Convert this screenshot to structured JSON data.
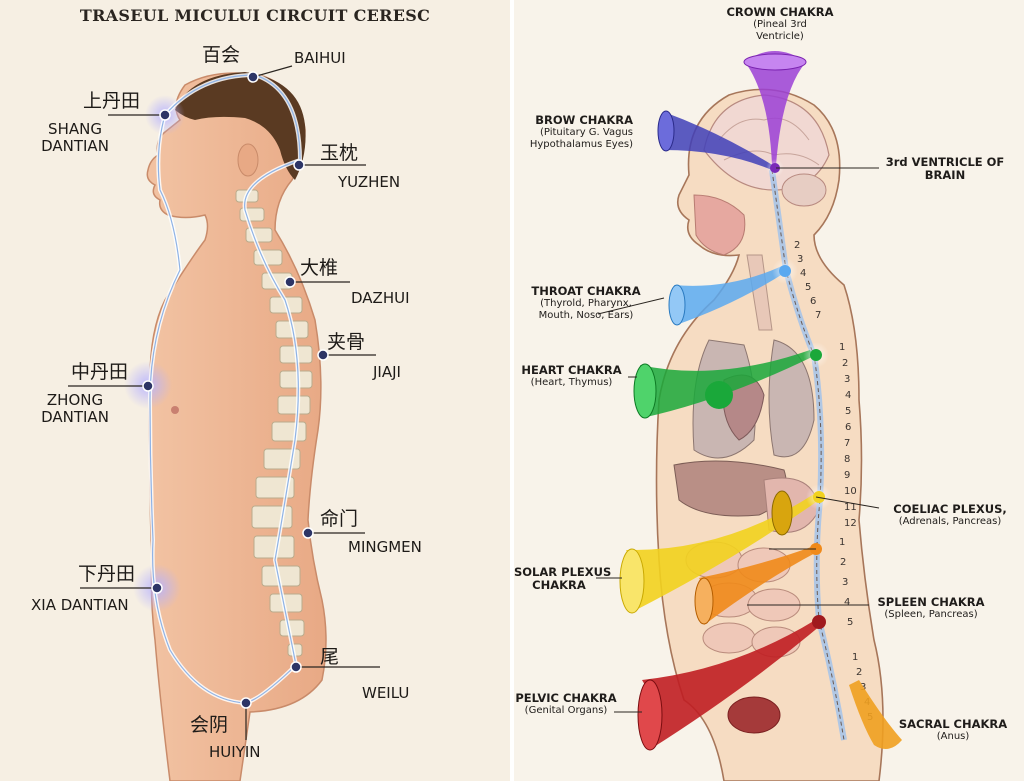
{
  "left": {
    "title": "TRASEUL MICULUI CIRCUIT CERESC",
    "points": {
      "baihui": {
        "cn": "百会",
        "en": "BAIHUI"
      },
      "shang_dantian": {
        "cn": "上丹田",
        "en1": "SHANG",
        "en2": "DANTIAN"
      },
      "yuzhen": {
        "cn": "玉枕",
        "en": "YUZHEN"
      },
      "dazhui": {
        "cn": "大椎",
        "en": "DAZHUI"
      },
      "jiaji": {
        "cn": "夹骨",
        "en": "JIAJI"
      },
      "zhong_dantian": {
        "cn": "中丹田",
        "en1": "ZHONG",
        "en2": "DANTIAN"
      },
      "mingmen": {
        "cn": "命门",
        "en": "MINGMEN"
      },
      "xia_dantian": {
        "cn": "下丹田",
        "en": "XIA DANTIAN"
      },
      "weilu": {
        "cn": "尾",
        "en": "WEILU"
      },
      "huiyin": {
        "cn": "会阴",
        "en": "HUIYIN"
      }
    }
  },
  "right": {
    "labels": {
      "crown": {
        "title": "CROWN CHAKRA",
        "sub1": "(Pineal 3rd",
        "sub2": "Ventricle)"
      },
      "brow": {
        "title": "BROW CHAKRA",
        "sub1": "(Pituitary G. Vagus",
        "sub2": "Hypothalamus Eyes)"
      },
      "third_ventricle": {
        "title1": "3rd VENTRICLE OF",
        "title2": "BRAIN"
      },
      "throat": {
        "title": "THROAT CHAKRA",
        "sub1": "(Thyrold, Pharynx,",
        "sub2": "Mouth, Noso, Ears)"
      },
      "heart": {
        "title": "HEART CHAKRA",
        "sub1": "(Heart, Thymus)"
      },
      "coeliac": {
        "title": "COELIAC PLEXUS,",
        "sub1": "(Adrenals, Pancreas)"
      },
      "solar": {
        "title1": "SOLAR PLEXUS",
        "title2": "CHAKRA"
      },
      "spleen": {
        "title": "SPLEEN CHAKRA",
        "sub1": "(Spleen, Pancreas)"
      },
      "pelvic": {
        "title": "PELVIC CHAKRA",
        "sub1": "(Genital Organs)"
      },
      "sacral": {
        "title": "SACRAL CHAKRA",
        "sub1": "(Anus)"
      }
    },
    "vertebra_numbers": [
      "2",
      "3",
      "4",
      "5",
      "6",
      "7",
      "1",
      "2",
      "3",
      "4",
      "5",
      "6",
      "7",
      "8",
      "9",
      "10",
      "11",
      "12",
      "1",
      "2",
      "3",
      "4",
      "5",
      "1",
      "2",
      "3",
      "4",
      "5"
    ]
  },
  "colors": {
    "crown": "#9b3fd6",
    "brow": "#3f3fb8",
    "throat": "#5aa9f0",
    "heart": "#1aa83a",
    "solar": "#f2d21e",
    "spleen": "#f08a1a",
    "pelvic": "#c01e22",
    "sacral": "#f0a020",
    "channel": "#a8c4e8"
  }
}
